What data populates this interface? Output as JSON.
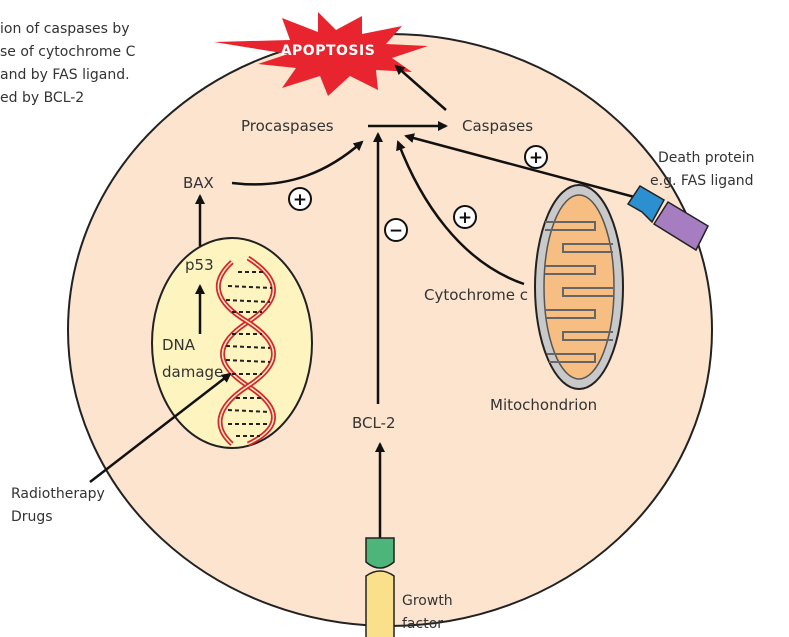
{
  "caption": {
    "line1": "ion of caspases by",
    "line2": "se of cytochrome C",
    "line3": "and by FAS ligand.",
    "line4": "ed by BCL-2"
  },
  "labels": {
    "apoptosis": "APOPTOSIS",
    "procaspases": "Procaspases",
    "caspases": "Caspases",
    "bax": "BAX",
    "p53": "p53",
    "dna": "DNA",
    "damage": "damage",
    "cytochrome": "Cytochrome c",
    "mitochondrion": "Mitochondrion",
    "bcl2": "BCL-2",
    "death1": "Death protein",
    "death2": "e.g. FAS ligand",
    "radio1": "Radiotherapy",
    "radio2": "Drugs",
    "growth1": "Growth",
    "growth2": "factor"
  },
  "signs": {
    "plus": "+",
    "minus": "−"
  },
  "colors": {
    "cell_fill": "#FCE4CF",
    "nucleus_fill": "#FDF4C0",
    "starburst": "#E8252E",
    "dna_strand": "#D7262E",
    "mito_outer": "#C9C9C9",
    "mito_inner": "#F7BE83",
    "receptor_death": "#2B8FD0",
    "ligand_death": "#A57DC0",
    "receptor_growth": "#4DB57A",
    "ligand_growth": "#FAE08A"
  }
}
